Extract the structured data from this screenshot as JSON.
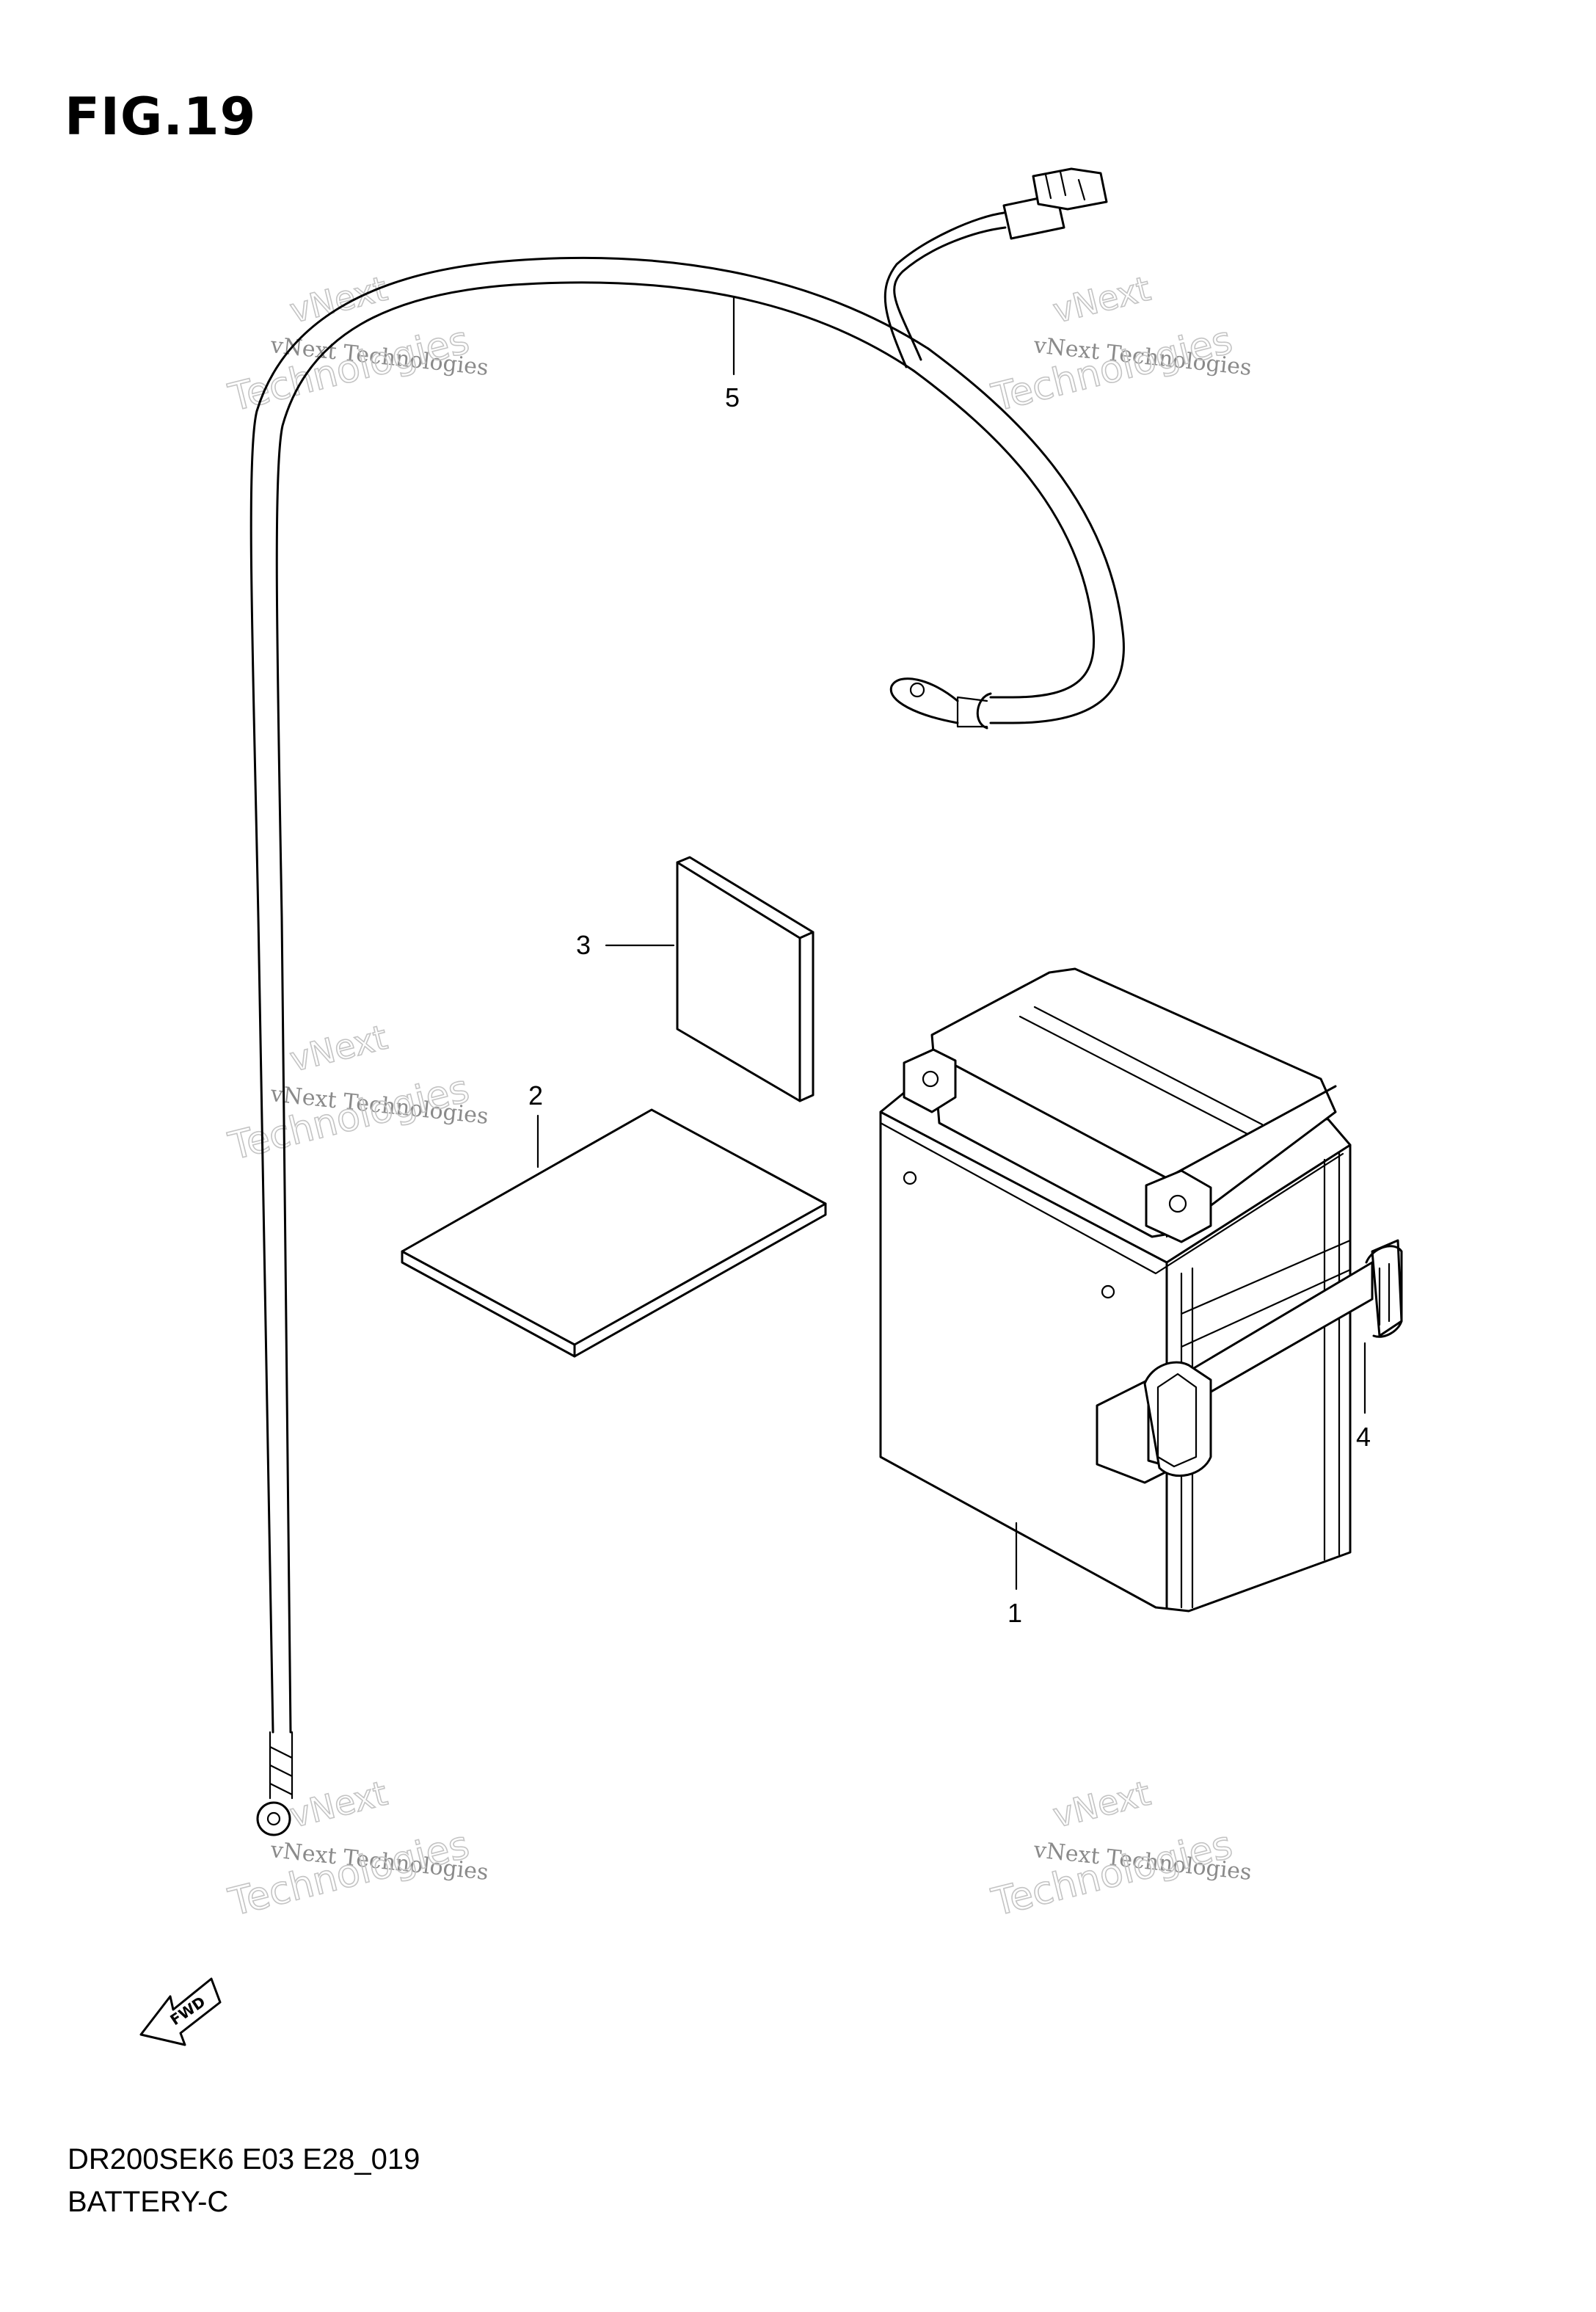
{
  "figure": {
    "title": "FIG.19",
    "model_code": "DR200SEK6 E03 E28_019",
    "caption": "BATTERY-C"
  },
  "callouts": [
    {
      "id": "1",
      "label": "1",
      "part": "battery"
    },
    {
      "id": "2",
      "label": "2",
      "part": "manual-sheet"
    },
    {
      "id": "3",
      "label": "3",
      "part": "label-plate"
    },
    {
      "id": "4",
      "label": "4",
      "part": "battery-band"
    },
    {
      "id": "5",
      "label": "5",
      "part": "battery-cable"
    }
  ],
  "fwd_badge": "FWD",
  "watermark": {
    "line1": "vNext Technologies",
    "line2": "Technologies",
    "brand": "vNext"
  }
}
